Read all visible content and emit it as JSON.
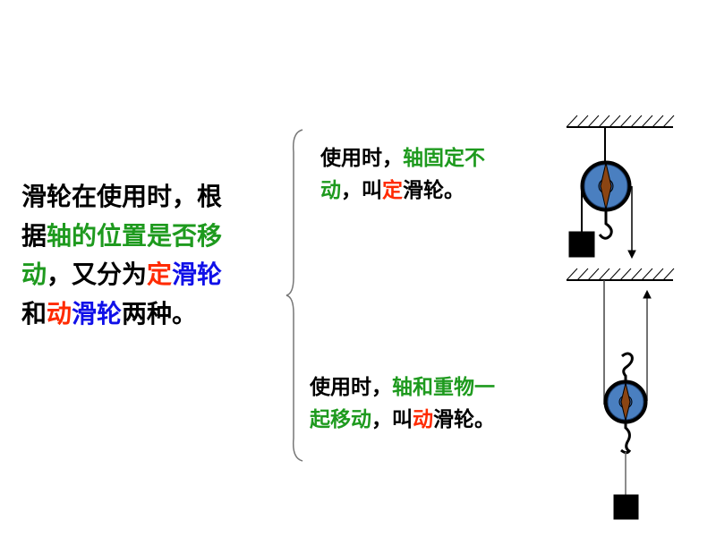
{
  "left_text": {
    "lines": [
      [
        {
          "text": "滑轮在使用时，根",
          "color": "k"
        }
      ],
      [
        {
          "text": "据",
          "color": "k"
        },
        {
          "text": "轴的位置是否移",
          "color": "g"
        }
      ],
      [
        {
          "text": "动",
          "color": "g"
        },
        {
          "text": "，又分为",
          "color": "k"
        },
        {
          "text": "定",
          "color": "rd"
        },
        {
          "text": "滑轮",
          "color": "b"
        }
      ],
      [
        {
          "text": "和",
          "color": "k"
        },
        {
          "text": "动",
          "color": "rd"
        },
        {
          "text": "滑轮",
          "color": "b"
        },
        {
          "text": "两种。",
          "color": "k"
        }
      ]
    ]
  },
  "fixed_pulley_text": {
    "lines": [
      [
        {
          "text": "使用时，",
          "color": "k"
        },
        {
          "text": "轴固定不",
          "color": "g"
        }
      ],
      [
        {
          "text": "动",
          "color": "g"
        },
        {
          "text": "，叫",
          "color": "k"
        },
        {
          "text": "定",
          "color": "rd"
        },
        {
          "text": "滑轮。",
          "color": "k"
        }
      ]
    ]
  },
  "movable_pulley_text": {
    "lines": [
      [
        {
          "text": "使用时，",
          "color": "k"
        },
        {
          "text": "轴和重物一",
          "color": "g"
        }
      ],
      [
        {
          "text": "起移动",
          "color": "g"
        },
        {
          "text": "，叫",
          "color": "k"
        },
        {
          "text": "动",
          "color": "rd"
        },
        {
          "text": "滑轮。",
          "color": "k"
        }
      ]
    ]
  },
  "colors": {
    "green": "#1e9a1e",
    "red": "#ff2a00",
    "blue": "#1010e8",
    "pulley": "#4a7fc0",
    "axle": "#8b4513"
  }
}
